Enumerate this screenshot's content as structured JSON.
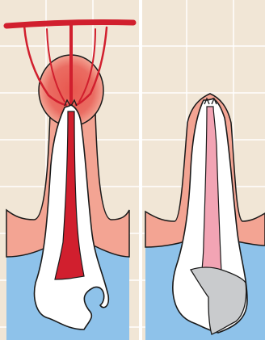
{
  "colors": {
    "background_tile": "#f1e6d6",
    "tile_grout": "#ffffff",
    "bone": "#f3a493",
    "gingiva_water": "#8ec2ea",
    "tooth_white": "#ffffff",
    "outline": "#1a1a1a",
    "red_line": "#d11f2e",
    "inflammation": "#e8574e",
    "root_canal_pink": "#f2a4b4",
    "filling_gray": "#c9cbcd"
  },
  "panels": [
    {
      "id": "left",
      "state": "infected-tooth-with-apical-lesion",
      "icons": [
        "tooth-root",
        "apical-abscess",
        "blood-supply",
        "damaged-crown"
      ]
    },
    {
      "id": "right",
      "state": "treated-tooth-with-filled-canal",
      "icons": [
        "tooth-root",
        "root-canal-filling",
        "crown-restoration"
      ]
    }
  ]
}
